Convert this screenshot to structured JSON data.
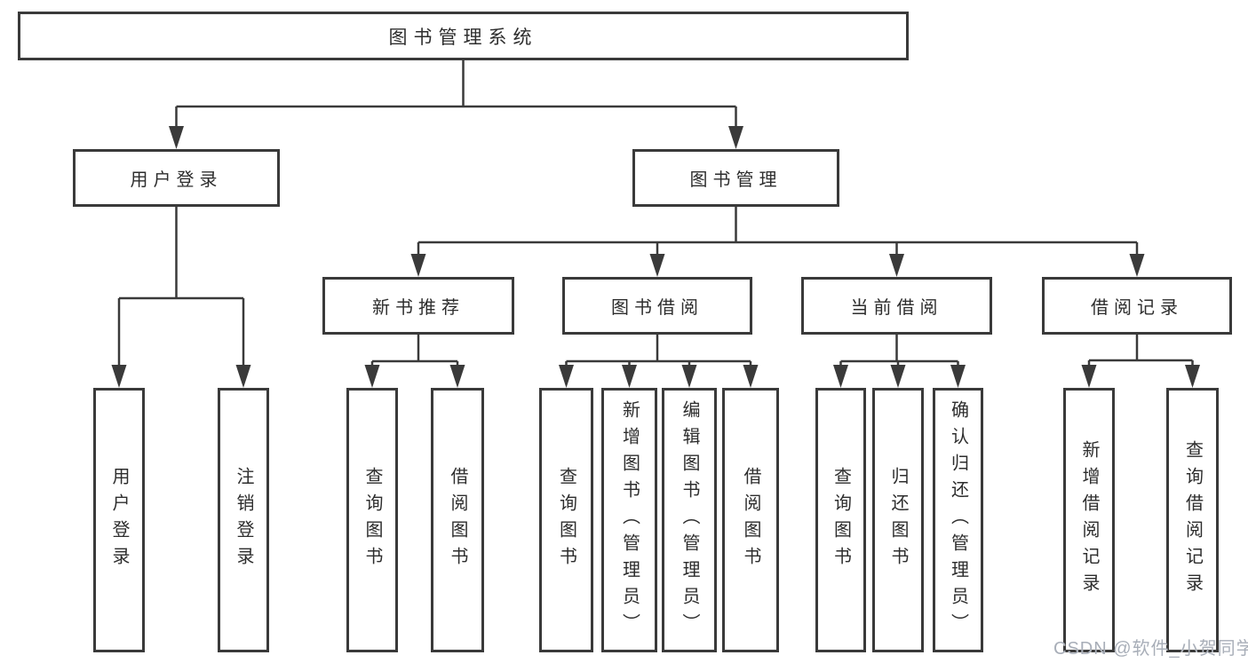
{
  "diagram": {
    "colors": {
      "line": "#3a3a3a",
      "box_border": "#3a3a3a",
      "text": "#2d2d2d",
      "background": "#ffffff",
      "watermark": "#a8aeb8"
    },
    "nodes": {
      "root": {
        "label": "图书管理系统"
      },
      "user_login": {
        "label": "用户登录"
      },
      "book_mgmt": {
        "label": "图书管理"
      },
      "new_book_rec": {
        "label": "新书推荐"
      },
      "book_borrow": {
        "label": "图书借阅"
      },
      "current_borrow": {
        "label": "当前借阅"
      },
      "borrow_record": {
        "label": "借阅记录"
      },
      "leaf_user_login": {
        "label": "用户登录"
      },
      "leaf_logout": {
        "label": "注销登录"
      },
      "leaf_rec_query": {
        "label": "查询图书"
      },
      "leaf_rec_borrow": {
        "label": "借阅图书"
      },
      "leaf_bb_query": {
        "label": "查询图书"
      },
      "leaf_bb_add": {
        "label": "新增图书（管理员）"
      },
      "leaf_bb_edit": {
        "label": "编辑图书（管理员）"
      },
      "leaf_bb_borrow": {
        "label": "借阅图书"
      },
      "leaf_cb_query": {
        "label": "查询图书"
      },
      "leaf_cb_return": {
        "label": "归还图书"
      },
      "leaf_cb_confirm": {
        "label": "确认归还（管理员）"
      },
      "leaf_br_add": {
        "label": "新增借阅记录"
      },
      "leaf_br_query": {
        "label": "查询借阅记录"
      }
    },
    "edges": [
      {
        "from": "root",
        "to": [
          "user_login",
          "book_mgmt"
        ]
      },
      {
        "from": "user_login",
        "to": [
          "leaf_user_login",
          "leaf_logout"
        ]
      },
      {
        "from": "book_mgmt",
        "to": [
          "new_book_rec",
          "book_borrow",
          "current_borrow",
          "borrow_record"
        ]
      },
      {
        "from": "new_book_rec",
        "to": [
          "leaf_rec_query",
          "leaf_rec_borrow"
        ]
      },
      {
        "from": "book_borrow",
        "to": [
          "leaf_bb_query",
          "leaf_bb_add",
          "leaf_bb_edit",
          "leaf_bb_borrow"
        ]
      },
      {
        "from": "current_borrow",
        "to": [
          "leaf_cb_query",
          "leaf_cb_return",
          "leaf_cb_confirm"
        ]
      },
      {
        "from": "borrow_record",
        "to": [
          "leaf_br_add",
          "leaf_br_query"
        ]
      }
    ]
  },
  "watermark": {
    "text": "CSDN @软件_小贺同学"
  }
}
